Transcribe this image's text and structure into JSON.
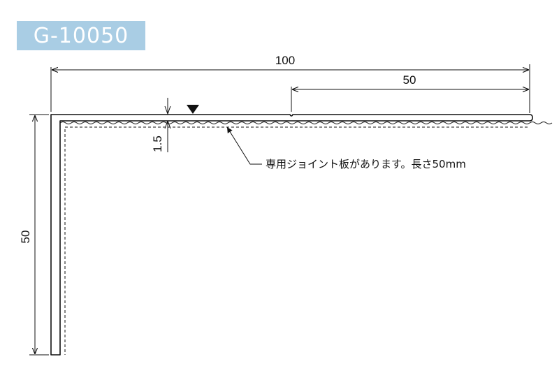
{
  "model_code": "G-10050",
  "dimensions": {
    "total_length": "100",
    "half_length": "50",
    "height": "50",
    "thickness": "1.5"
  },
  "note": "専用ジョイント板があります。長さ50mm",
  "colors": {
    "badge_bg": "#a9cde4",
    "badge_text": "#ffffff",
    "line": "#111111"
  }
}
